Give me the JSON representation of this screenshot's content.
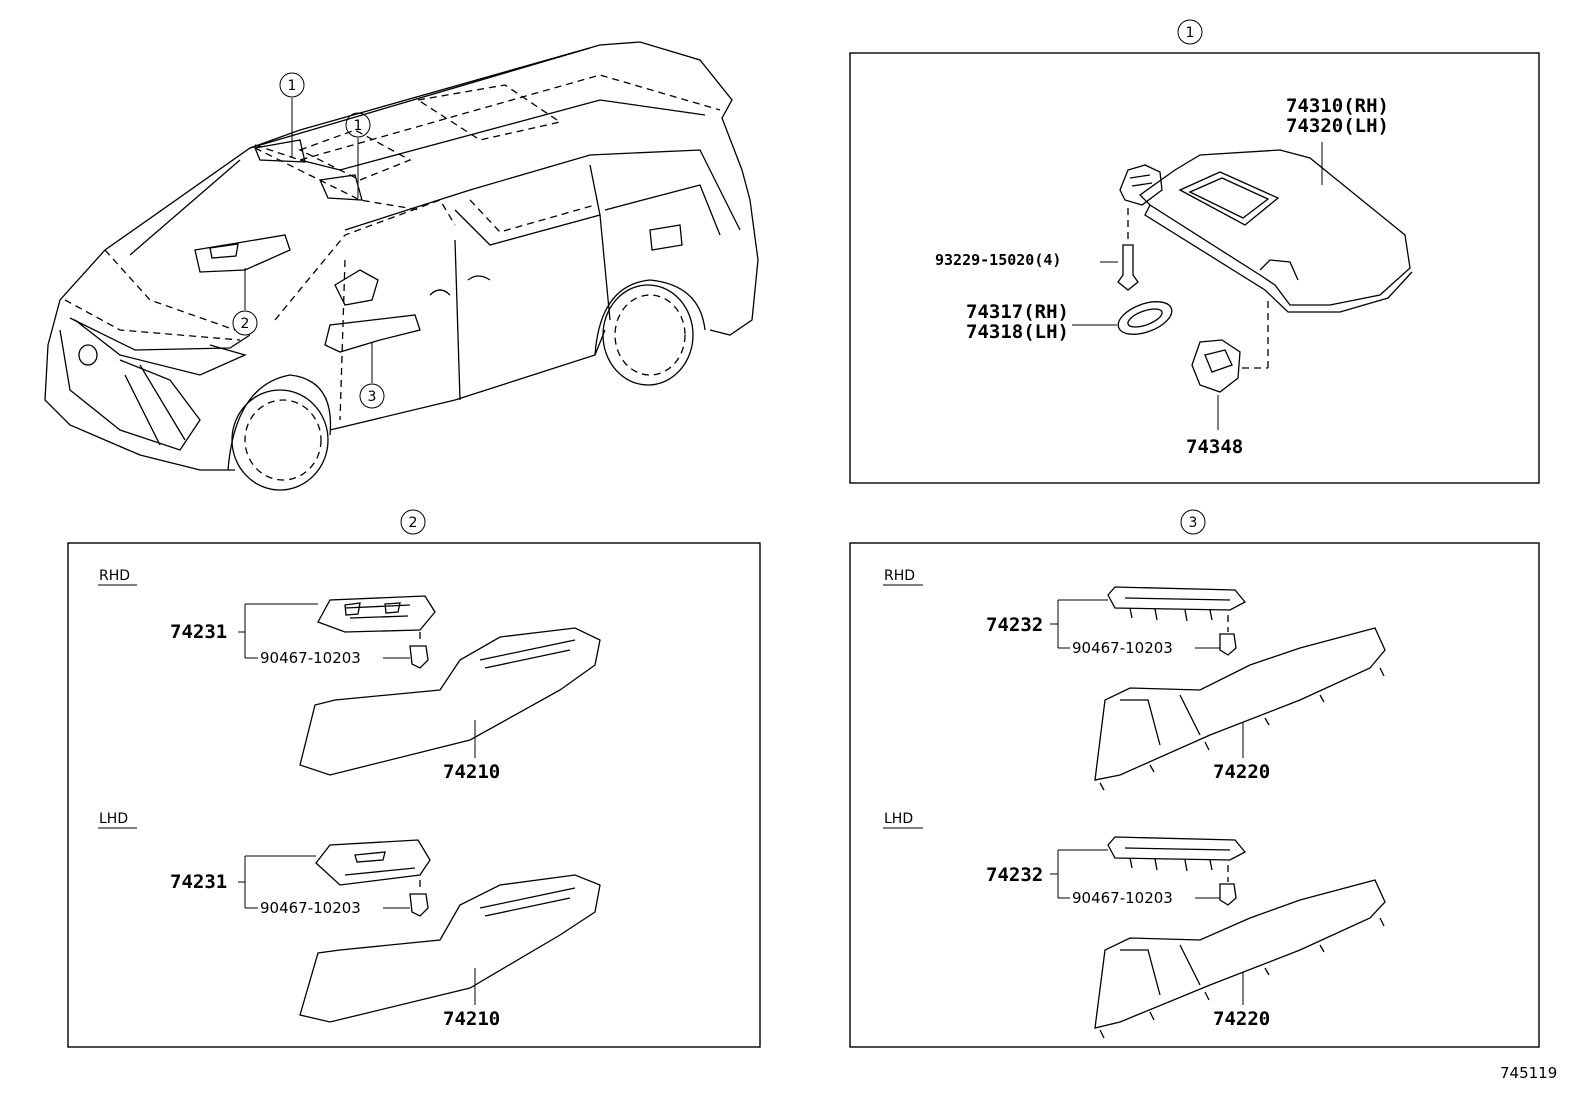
{
  "callouts": {
    "c1": "1",
    "c2": "2",
    "c3": "3"
  },
  "panel1": {
    "visor_rh": "74310(RH)",
    "visor_lh": "74320(LH)",
    "screw": "93229-15020(4)",
    "cover_rh": "74317(RH)",
    "cover_lh": "74318(LH)",
    "holder": "74348"
  },
  "panel2": {
    "rhd_label": "RHD",
    "lhd_label": "LHD",
    "rhd_switch_base": "74231",
    "rhd_clip": "90467-10203",
    "rhd_armrest": "74210",
    "lhd_switch_base": "74231",
    "lhd_clip": "90467-10203",
    "lhd_armrest": "74210"
  },
  "panel3": {
    "rhd_label": "RHD",
    "lhd_label": "LHD",
    "rhd_switch_base": "74232",
    "rhd_clip": "90467-10203",
    "rhd_armrest": "74220",
    "lhd_switch_base": "74232",
    "lhd_clip": "90467-10203",
    "lhd_armrest": "74220"
  },
  "illustration_code": "745119"
}
